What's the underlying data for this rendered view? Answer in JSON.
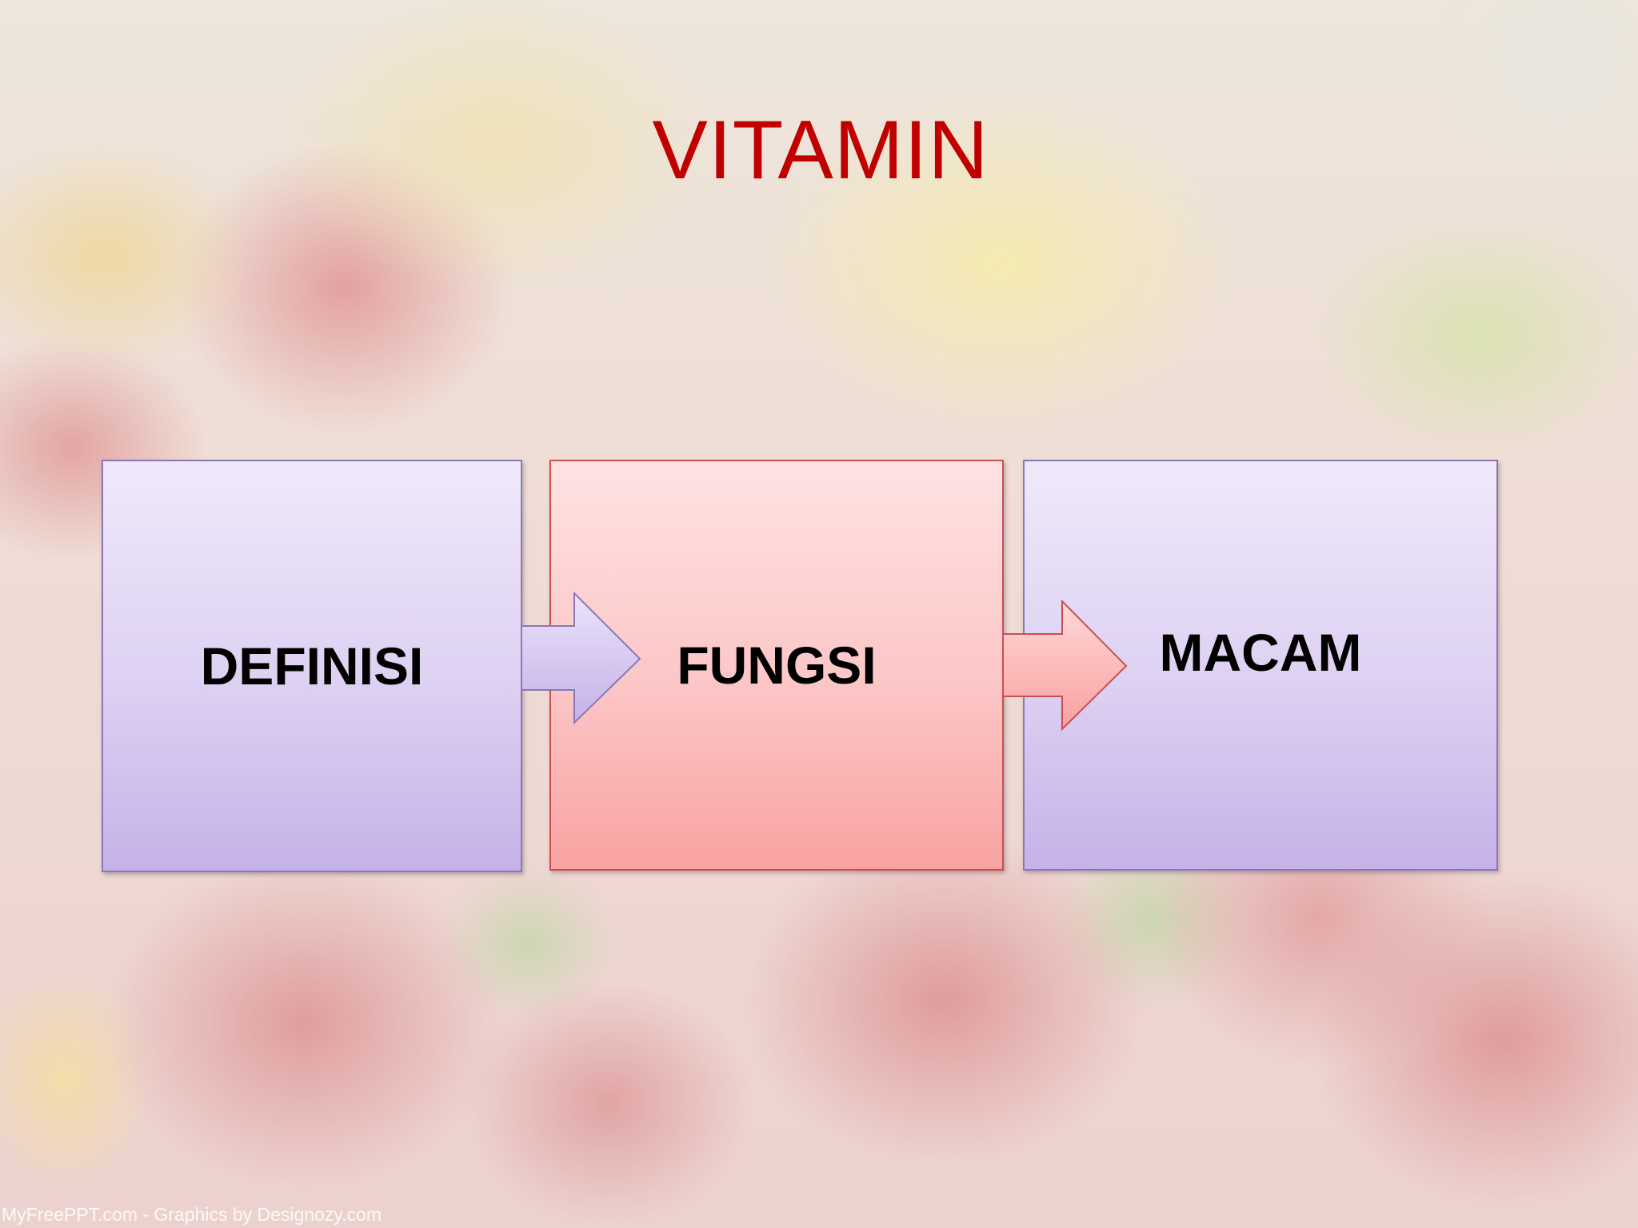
{
  "slide": {
    "title": "VITAMIN",
    "footer_credit": "MyFreePPT.com - Graphics by Designozy.com"
  },
  "flow": {
    "steps": [
      {
        "label": "DEFINISI"
      },
      {
        "label": "FUNGSI"
      },
      {
        "label": "MACAM"
      }
    ]
  },
  "colors": {
    "title": "#c00000",
    "purple_box_top": "#f0e9fa",
    "purple_box_bottom": "#c6b2e8",
    "pink_box_top": "#ffe2e2",
    "pink_box_bottom": "#f9a2a2"
  },
  "background": {
    "subject": "strawberries-and-fruit-photo"
  }
}
